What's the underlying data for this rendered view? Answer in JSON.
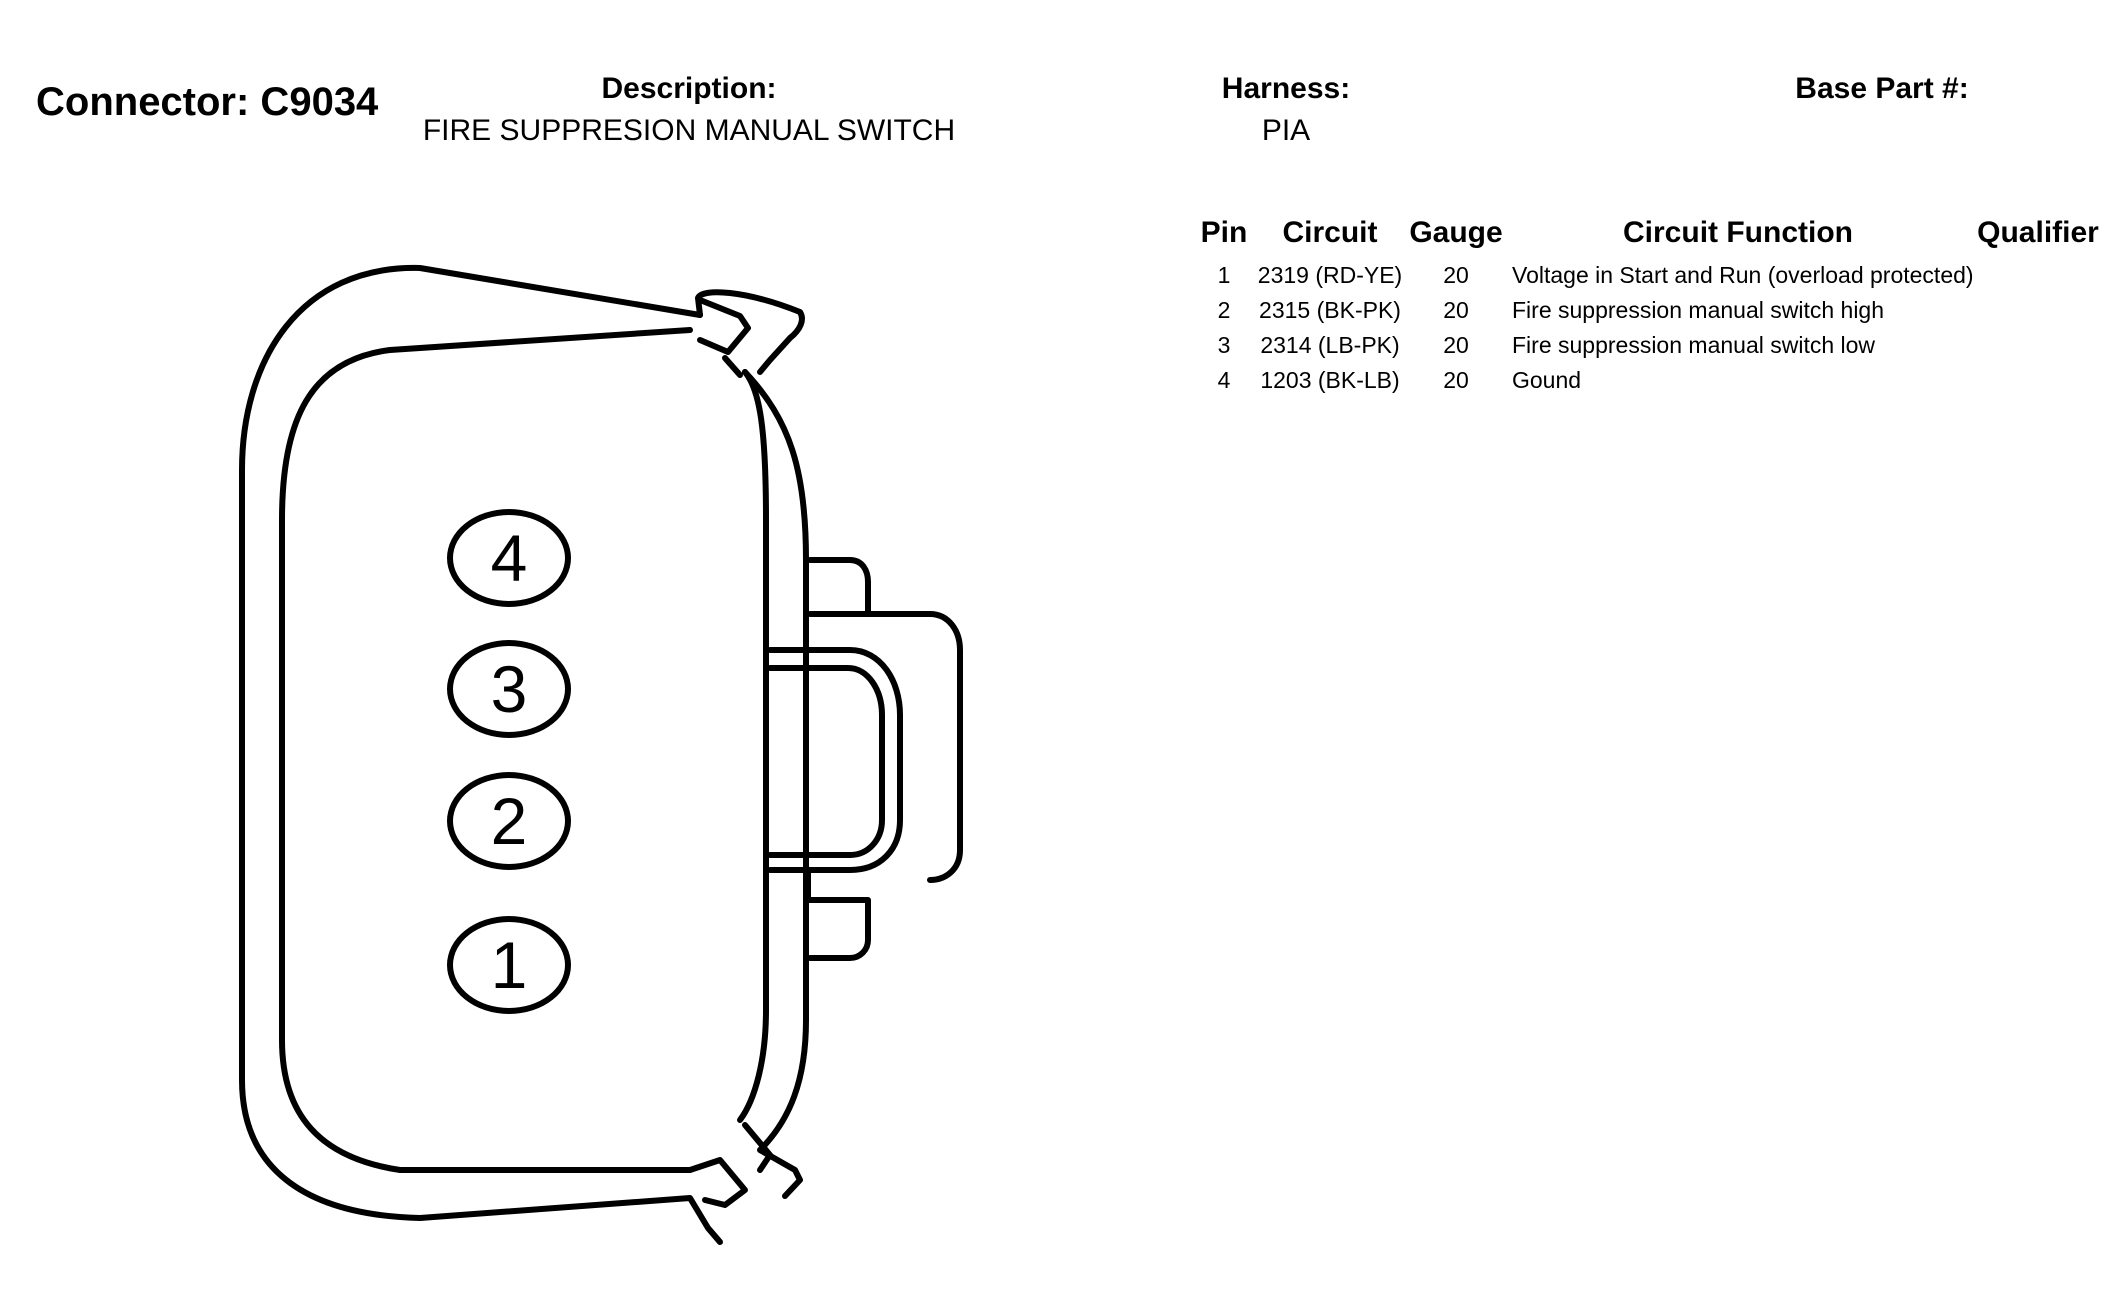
{
  "header": {
    "connector_title": "Connector: C9034",
    "description_label": "Description:",
    "description_value": "FIRE SUPPRESION MANUAL SWITCH",
    "harness_label": "Harness:",
    "harness_value": "PIA",
    "base_part_label": "Base Part #:"
  },
  "table": {
    "columns": [
      "Pin",
      "Circuit",
      "Gauge",
      "Circuit Function",
      "Qualifier"
    ],
    "rows": [
      {
        "pin": "1",
        "circuit": "2319 (RD-YE)",
        "gauge": "20",
        "function": "Voltage in Start and Run (overload protected)",
        "qualifier": ""
      },
      {
        "pin": "2",
        "circuit": "2315 (BK-PK)",
        "gauge": "20",
        "function": "Fire suppression manual switch high",
        "qualifier": ""
      },
      {
        "pin": "3",
        "circuit": "2314 (LB-PK)",
        "gauge": "20",
        "function": "Fire suppression manual switch low",
        "qualifier": ""
      },
      {
        "pin": "4",
        "circuit": "1203 (BK-LB)",
        "gauge": "20",
        "function": "Gound",
        "qualifier": ""
      }
    ]
  },
  "diagram": {
    "pins": [
      "4",
      "3",
      "2",
      "1"
    ]
  }
}
